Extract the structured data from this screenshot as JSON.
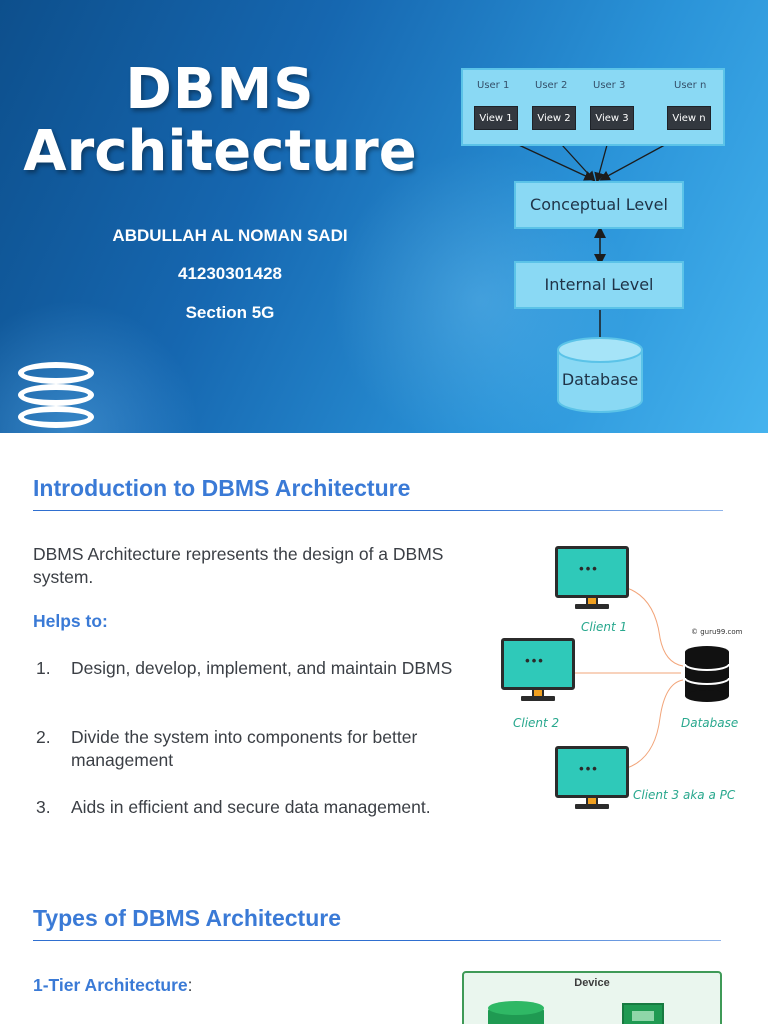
{
  "slide1": {
    "title_line1": "DBMS",
    "title_line2": "Architecture",
    "author": "ABDULLAH AL NOMAN SADI",
    "student_id": "41230301428",
    "section": "Section 5G",
    "diagram": {
      "users": [
        "User 1",
        "User 2",
        "User 3",
        "User n"
      ],
      "views": [
        "View 1",
        "View 2",
        "View 3",
        "View n"
      ],
      "conceptual": "Conceptual Level",
      "internal": "Internal Level",
      "database": "Database"
    },
    "colors": {
      "bg_dark": "#0d4f8c",
      "bg_light": "#45b3ee",
      "box_fill": "#8ad9f4"
    }
  },
  "slide2": {
    "heading": "Introduction to DBMS Architecture",
    "intro": "DBMS Architecture represents the design of a DBMS system.",
    "helps_heading": "Helps to:",
    "items": [
      {
        "num": "1.",
        "text": "Design, develop, implement, and maintain DBMS"
      },
      {
        "num": "2.",
        "text": "Divide the system into components for better management"
      },
      {
        "num": "3.",
        "text": "Aids in efficient and secure data management."
      }
    ],
    "diagram": {
      "client1": "Client 1",
      "client2": "Client 2",
      "client3": "Client 3 aka a PC",
      "database": "Database",
      "credit": "© guru99.com",
      "dots": "•••"
    },
    "colors": {
      "heading": "#3a7ad6",
      "screen": "#2fc9b9"
    }
  },
  "slide3": {
    "heading": "Types of DBMS Architecture",
    "tier_bold": "1-Tier Architecture",
    "tier_rest": ":",
    "device_label": "Device",
    "colors": {
      "device_border": "#3f9a57",
      "device_fill": "#1f9a52"
    }
  }
}
